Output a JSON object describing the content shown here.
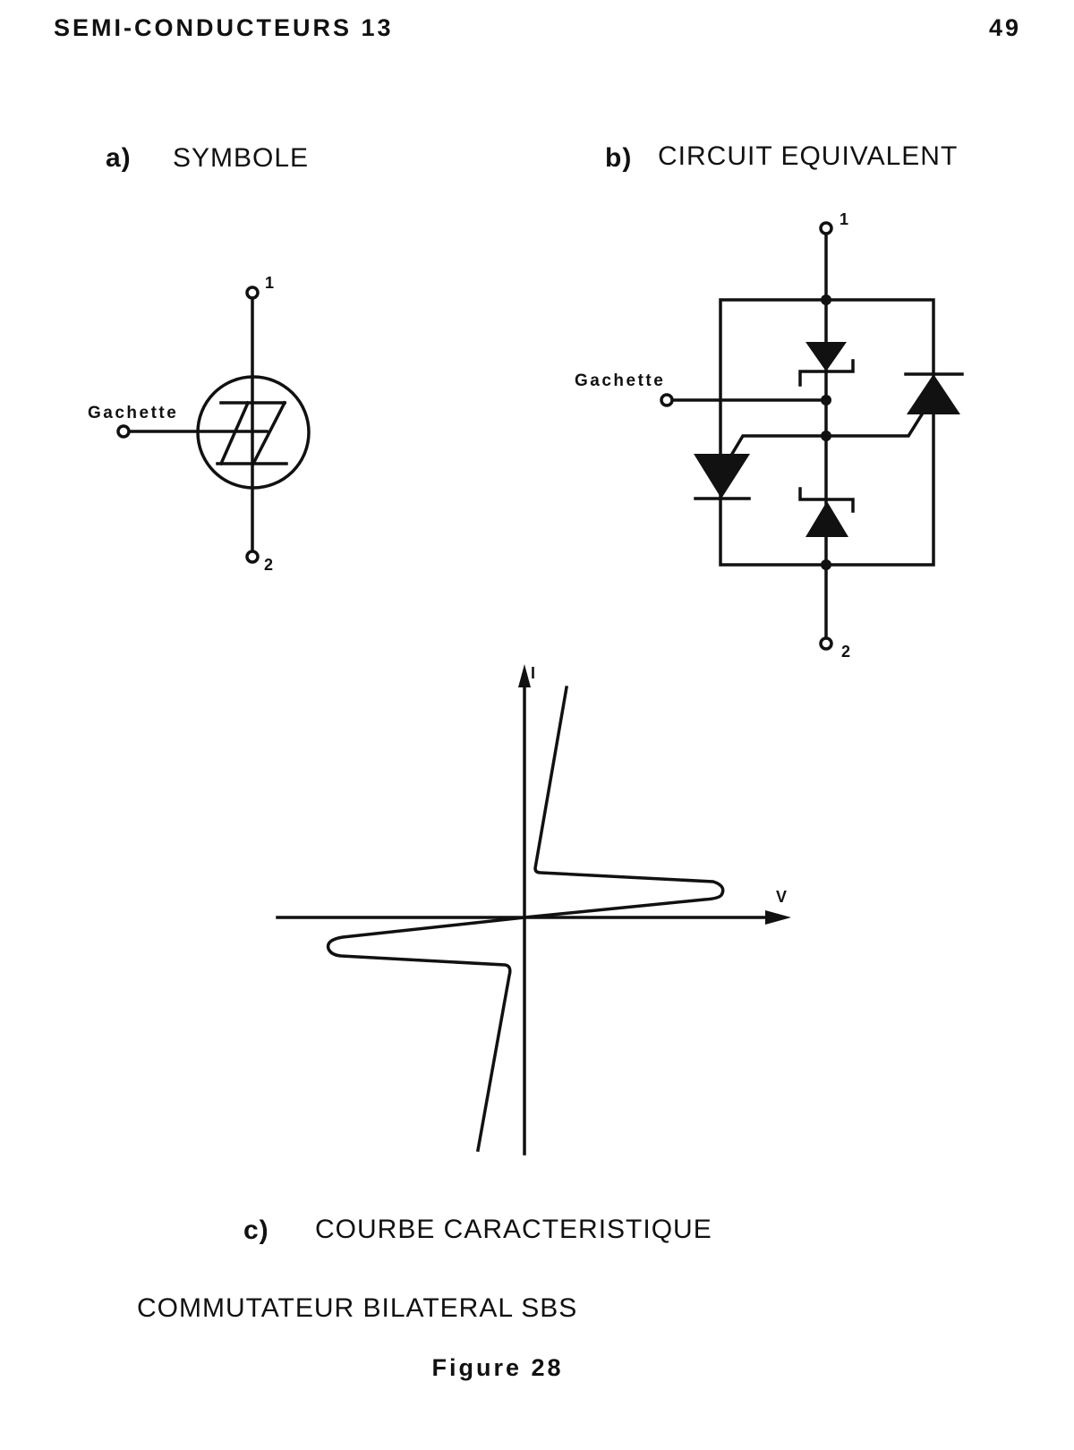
{
  "header": {
    "title": "SEMI-CONDUCTEURS 13",
    "page_number": "49"
  },
  "panel_a": {
    "marker": "a)",
    "title": "SYMBOLE",
    "gate_label": "Gachette",
    "terminal_1": "1",
    "terminal_2": "2"
  },
  "panel_b": {
    "marker": "b)",
    "title": "CIRCUIT EQUIVALENT",
    "gate_label": "Gachette",
    "terminal_1": "1",
    "terminal_2": "2"
  },
  "panel_c": {
    "marker": "c)",
    "title": "COURBE CARACTERISTIQUE",
    "y_axis_label": "I",
    "x_axis_label": "V"
  },
  "caption": {
    "title": "COMMUTATEUR BILATERAL SBS",
    "figure": "Figure 28"
  },
  "colors": {
    "ink": "#111111",
    "paper": "#ffffff"
  }
}
